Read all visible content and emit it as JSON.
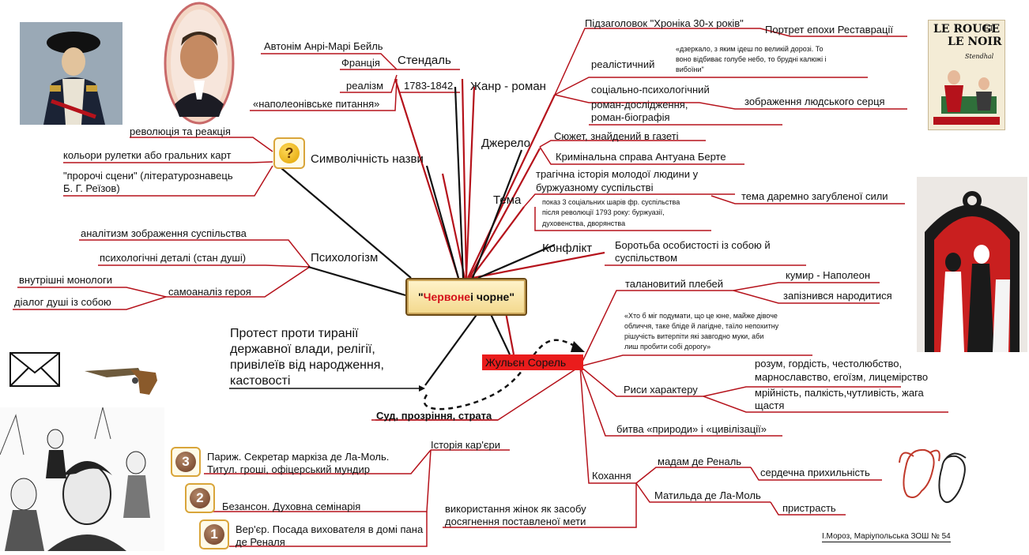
{
  "center": {
    "red": "Червоне",
    "rest": " і чорне"
  },
  "stendhal": {
    "label": "Стендаль",
    "pseudonym": "Автонім Анрі-Марі Бейль",
    "country": "Франція",
    "method": "реалізм",
    "years": "1783-1842",
    "napoleon": "«наполеонівське питання»"
  },
  "genre": {
    "label": "Жанр - роман",
    "subtitle": "Підзаголовок \"Хроніка 30-х років\"",
    "portrait": "Портрет епохи Реставрації",
    "realistic": "реалістичний",
    "quote1": "«дзеркало, з яким ідеш по великій дорозі. То",
    "quote2": "воно відбиває голубе небо, то брудні калюжі і",
    "quote3": "вибоїни\"",
    "psych1": "соціально-психологічний",
    "psych2": "роман-дослідження,",
    "psych3": "роман-біографія",
    "heart": "зображення людського серця"
  },
  "source": {
    "label": "Джерело",
    "plot": "Сюжет, знайдений в газеті",
    "case": "Кримінальна справа Антуана Берте"
  },
  "theme": {
    "label": "Тема",
    "story1": "трагічна історія молодої людини у",
    "story2": "буржуазному суспільстві",
    "show1": "показ 3 соціальних шарів фр. суспільства",
    "show2": "після революції 1793 року: буржуазії,",
    "show3": "духовенства, дворянства",
    "wasted": "тема даремно загубленої сили"
  },
  "conflict": {
    "label": "Конфлікт",
    "text1": "Боротьба особистості із собою й",
    "text2": "суспільством"
  },
  "title_sym": {
    "label": "Символічність назви",
    "rev": "революція та реакція",
    "roulette": "кольори рулетки або гральних карт",
    "prophetic1": "\"пророчі сцени\" (літературознавець",
    "prophetic2": "Б. Г. Реїзов)"
  },
  "psychologism": {
    "label": "Психологізм",
    "analytic": "аналітизм зображення суспільства",
    "details": "психологічні деталі (стан душі)",
    "self": "самоаналіз героя",
    "monologue": "внутрішні монологи",
    "dialogue": "діалог душі із собою"
  },
  "protest": {
    "l1": "Протест проти тиранії",
    "l2": "державної влади, релігії,",
    "l3": "привілеїв від народження,",
    "l4": "кастовості"
  },
  "trial": "Суд, прозріння, страта",
  "julien": {
    "label": "Жульєн Сорель",
    "plebeian": "талановитий плебей",
    "idol": "кумир - Наполеон",
    "late": "запізнився народитися",
    "quote1": "«Хто б міг подумати, що це юне, майже дівоче",
    "quote2": "обличчя, таке бліде й лагідне, таїло непохитну",
    "quote3": "рішучість витерпіти які завгодно муки, аби",
    "quote4": "лиш пробити собі дорогу»",
    "traits": "Риси характеру",
    "t1": "розум, гордість, честолюбство,",
    "t2": "марнославство, егоїзм, лицемірство",
    "t3": "мрійність, палкість,чутливість,  жага",
    "t4": "щастя",
    "battle": "битва «природи» і «цивілізації»",
    "love": "Кохання",
    "renal": "мадам де Реналь",
    "affection": "сердечна прихильність",
    "mathilde": "Матильда де Ла-Моль",
    "passion": "пристрасть",
    "women1": "використання жінок як засобу",
    "women2": "досягнення поставленої мети"
  },
  "career": {
    "label": "Історія кар'єри",
    "s3_num": "3",
    "s3a": "Париж. Секретар маркіза де Ла-Моль.",
    "s3b": "Титул. гроші, офіцерський мундир",
    "s2_num": "2",
    "s2": "Безансон. Духовна семінарія",
    "s1_num": "1",
    "s1a": "Вер'єр. Посада вихователя в домі пана",
    "s1b": "де Реналя"
  },
  "book_cover": {
    "l1": "LE ROUGE",
    "l2": "ET",
    "l3": "LE NOIR",
    "l4": "Stendhal"
  },
  "question_mark": "?",
  "credit": "І.Мороз, Маріупольська ЗОШ № 54",
  "colors": {
    "line_red": "#b5121b",
    "line_black": "#111111",
    "accent_red": "#ea1c1c",
    "gold": "#d9a53a"
  }
}
